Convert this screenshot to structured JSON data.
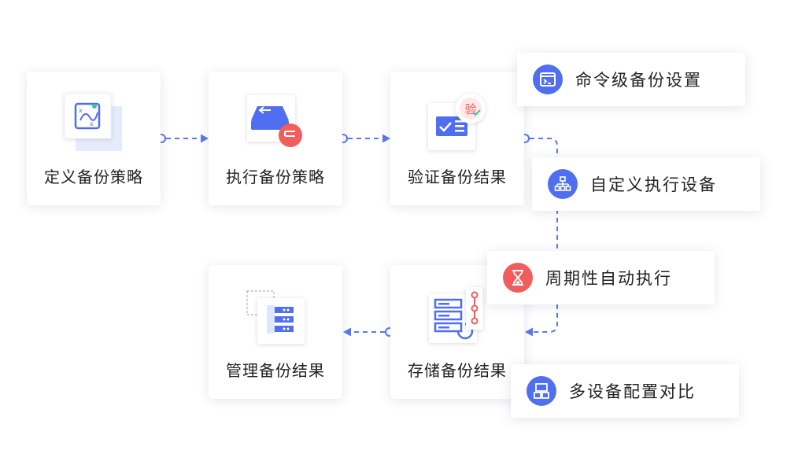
{
  "steps": {
    "define": "定义备份策略",
    "execute": "执行备份策略",
    "verify": "验证备份结果",
    "store": "存储备份结果",
    "manage": "管理备份结果"
  },
  "verify_badge": "验",
  "features": {
    "command": "命令级备份设置",
    "custom": "自定义执行设备",
    "periodic": "周期性自动执行",
    "compare": "多设备配置对比"
  },
  "colors": {
    "accent": "#4f6ff0",
    "connector": "#5b78ee",
    "alert": "#f35c5c"
  },
  "icons": {
    "command": "terminal-icon",
    "custom": "org-tree-icon",
    "periodic": "hourglass-icon",
    "compare": "devices-icon"
  }
}
